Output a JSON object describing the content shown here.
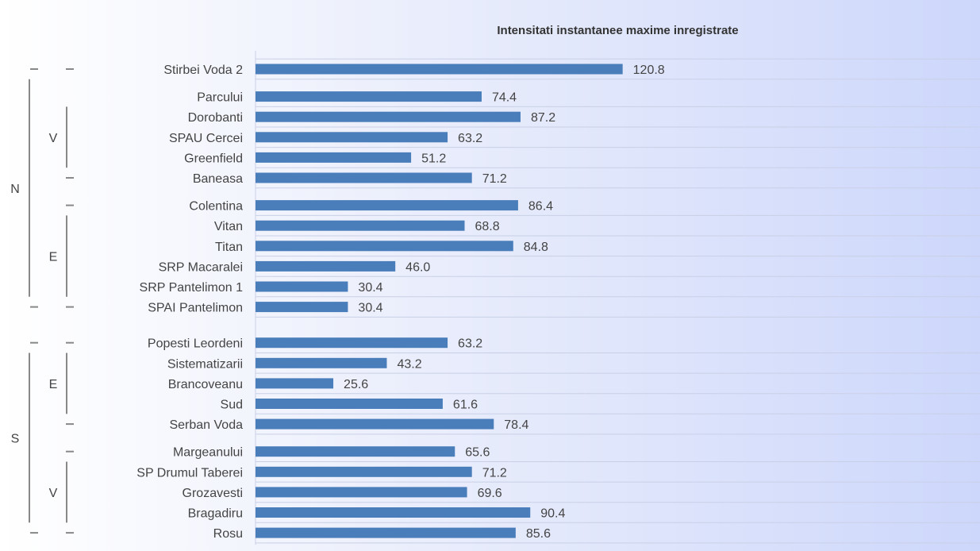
{
  "chart_data": {
    "type": "bar",
    "orientation": "horizontal",
    "title": "Intensitati instantanee maxime inregistrate",
    "xlabel": "",
    "ylabel": "",
    "xlim": [
      0,
      240
    ],
    "grid": true,
    "bar_color": "#4a7ebb",
    "groups": [
      {
        "label": "N",
        "subgroups": [
          {
            "label": "",
            "items": [
              {
                "category": "Stirbei Voda 2",
                "value": 120.8
              }
            ]
          },
          {
            "label": "V",
            "items": [
              {
                "category": "Parcului",
                "value": 74.4
              },
              {
                "category": "Dorobanti",
                "value": 87.2
              },
              {
                "category": "SPAU Cercei",
                "value": 63.2
              },
              {
                "category": "Greenfield",
                "value": 51.2
              },
              {
                "category": "Baneasa",
                "value": 71.2
              }
            ]
          },
          {
            "label": "E",
            "items": [
              {
                "category": "Colentina",
                "value": 86.4
              },
              {
                "category": "Vitan",
                "value": 68.8
              },
              {
                "category": "Titan",
                "value": 84.8
              },
              {
                "category": "SRP Macaralei",
                "value": 46.0
              },
              {
                "category": "SRP Pantelimon 1",
                "value": 30.4
              },
              {
                "category": "SPAI Pantelimon",
                "value": 30.4
              }
            ]
          }
        ]
      },
      {
        "label": "S",
        "subgroups": [
          {
            "label": "E",
            "items": [
              {
                "category": "Popesti Leordeni",
                "value": 63.2
              },
              {
                "category": "Sistematizarii",
                "value": 43.2
              },
              {
                "category": "Brancoveanu",
                "value": 25.6
              },
              {
                "category": "Sud",
                "value": 61.6
              },
              {
                "category": "Serban Voda",
                "value": 78.4
              }
            ]
          },
          {
            "label": "V",
            "items": [
              {
                "category": "Margeanului",
                "value": 65.6
              },
              {
                "category": "SP Drumul Taberei",
                "value": 71.2
              },
              {
                "category": "Grozavesti",
                "value": 69.6
              },
              {
                "category": "Bragadiru",
                "value": 90.4
              },
              {
                "category": "Rosu",
                "value": 85.6
              }
            ]
          }
        ]
      }
    ]
  }
}
